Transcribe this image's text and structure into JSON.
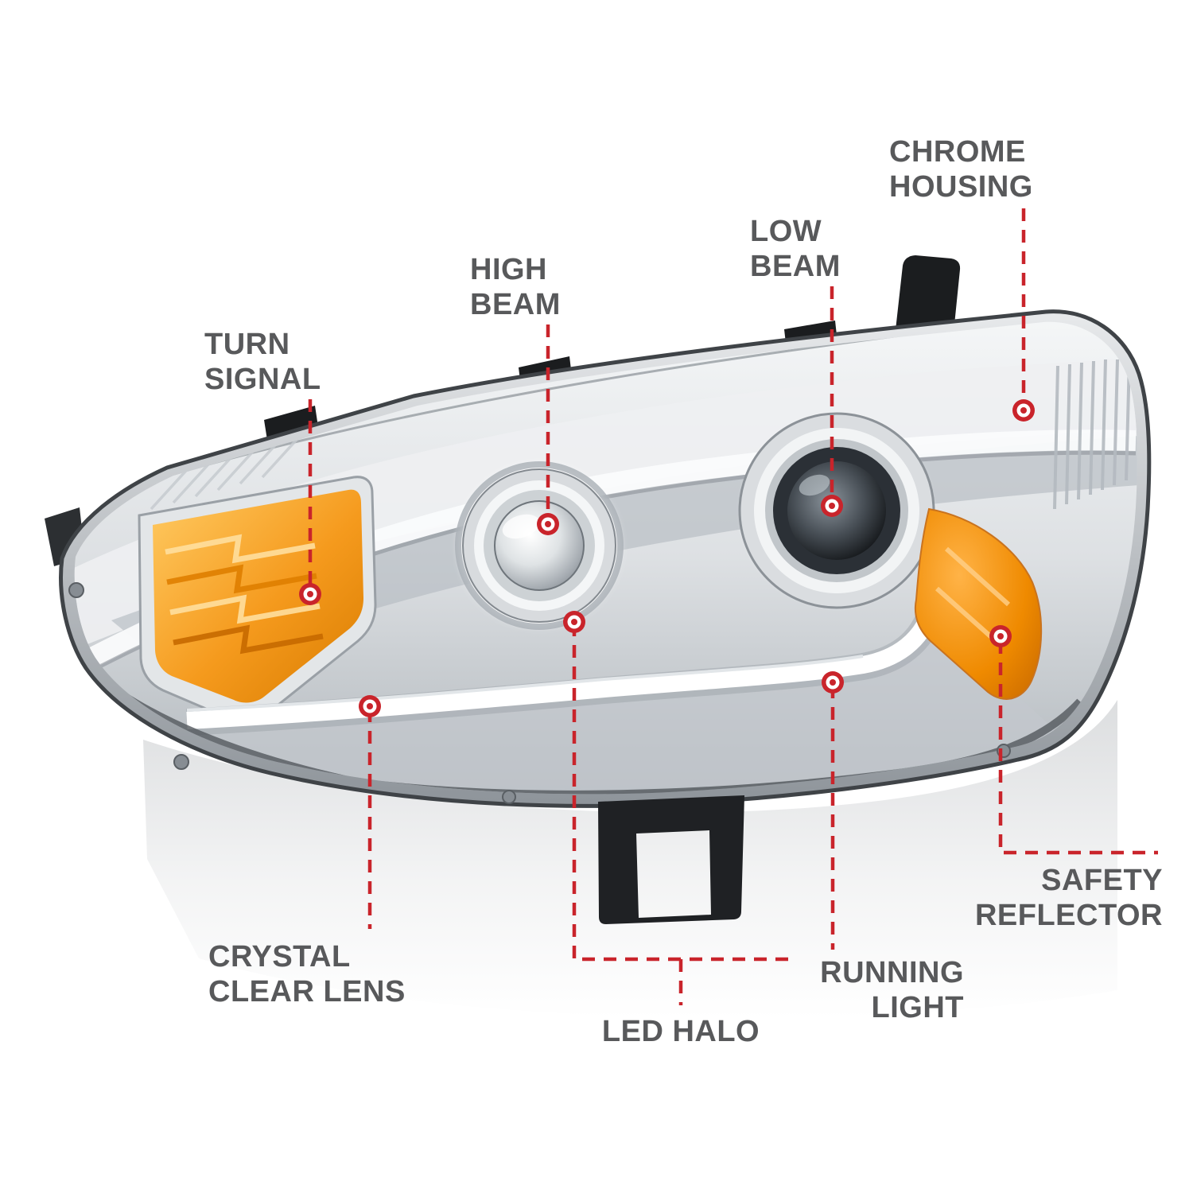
{
  "colors": {
    "background": "#ffffff",
    "label_text": "#58595b",
    "callout_red": "#c9242b",
    "amber": "#f59a1d",
    "chrome": "#dde0e3"
  },
  "callouts": {
    "turn_signal": {
      "label": "TURN\nSIGNAL"
    },
    "high_beam": {
      "label": "HIGH\nBEAM"
    },
    "low_beam": {
      "label": "LOW\nBEAM"
    },
    "chrome_housing": {
      "label": "CHROME\nHOUSING"
    },
    "safety_reflector": {
      "label": "SAFETY\nREFLECTOR"
    },
    "crystal_clear_lens": {
      "label": "CRYSTAL\nCLEAR LENS"
    },
    "led_halo": {
      "label": "LED HALO"
    },
    "running_light": {
      "label": "RUNNING\nLIGHT"
    }
  }
}
